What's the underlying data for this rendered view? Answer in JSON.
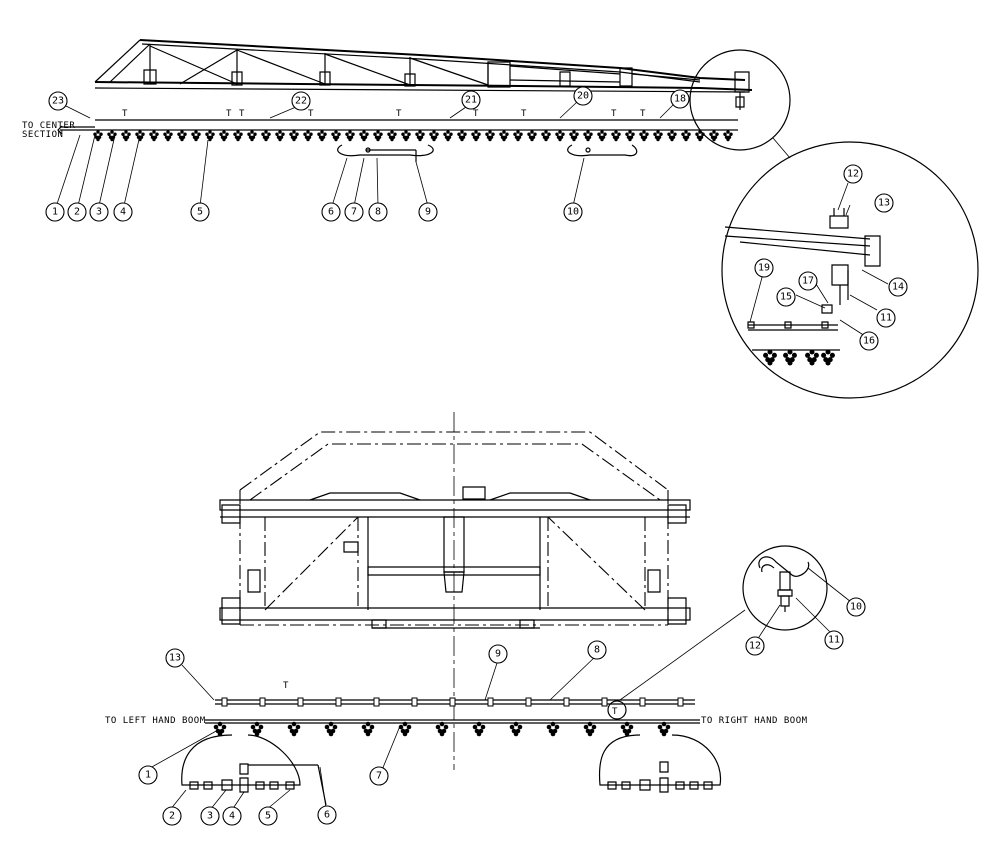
{
  "notes": {
    "to_center_line1": "TO CENTER",
    "to_center_line2": "SECTION",
    "to_left_boom": "TO LEFT HAND BOOM",
    "to_right_boom": "TO RIGHT HAND BOOM"
  },
  "callouts": {
    "wing": [
      "1",
      "2",
      "3",
      "4",
      "5",
      "6",
      "7",
      "8",
      "9",
      "10",
      "18",
      "20",
      "21",
      "22",
      "23"
    ],
    "detail_a": [
      "11",
      "12",
      "13",
      "14",
      "15",
      "16",
      "17",
      "19"
    ],
    "center": [
      "1",
      "2",
      "3",
      "4",
      "5",
      "6",
      "7",
      "8",
      "9",
      "13"
    ],
    "detail_b": [
      "10",
      "11",
      "12"
    ]
  }
}
